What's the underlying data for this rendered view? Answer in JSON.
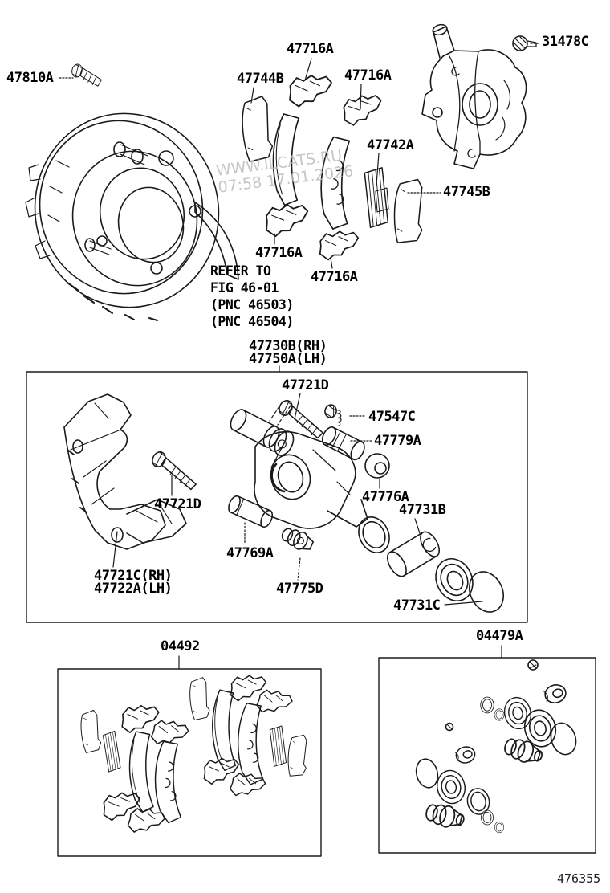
{
  "page": {
    "background": "#ffffff",
    "line_color": "#1a1a1a",
    "figure_number": "476355",
    "watermark": {
      "line1": "WWW.ILCATS.RU",
      "line2": "07:58 17.01.2026",
      "color": "#bdbdbd"
    }
  },
  "note": {
    "line1": "REFER TO",
    "line2": "FIG 46-01",
    "line3": "(PNC 46503)",
    "line4": "(PNC 46504)"
  },
  "callouts": {
    "bolt_top_left": "47810A",
    "clip_top_1": "47716A",
    "shim_47744b": "47744B",
    "clip_top_2": "47716A",
    "bolt_top_right": "31478C",
    "shim_47742a": "47742A",
    "pad_47745b": "47745B",
    "clip_low_1": "47716A",
    "clip_low_2": "47716A",
    "caliper_rh": "47730B(RH)",
    "caliper_lh": "47750A(LH)",
    "bolt_47721d_top": "47721D",
    "screw_47547c": "47547C",
    "boot_47779a": "47779A",
    "bolt_47721d_left": "47721D",
    "bushing_47776a": "47776A",
    "piston_47731b": "47731B",
    "pin_47769a": "47769A",
    "plug_47775d": "47775D",
    "boot_47731c": "47731C",
    "mount_rh": "47721C(RH)",
    "mount_lh": "47722A(LH)",
    "pad_kit": "04492",
    "seal_kit": "04479A"
  }
}
